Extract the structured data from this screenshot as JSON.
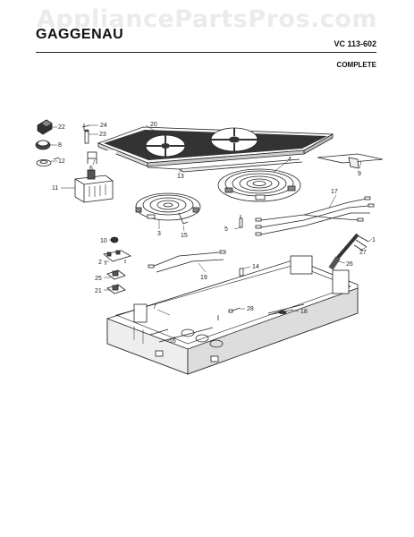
{
  "watermark": "AppliancePartsPros.com",
  "header": {
    "brand": "GAGGENAU",
    "model": "VC 113-602",
    "variant": "COMPLETE"
  },
  "callouts": {
    "c1": "1",
    "c2": "2",
    "c3": "3",
    "c4": "4",
    "c5": "5",
    "c6": "6",
    "c7": "7",
    "c8": "8",
    "c9": "9",
    "c10": "10",
    "c11": "11",
    "c12": "12",
    "c13": "13",
    "c14": "14",
    "c15": "15",
    "c16": "16",
    "c17": "17",
    "c18": "18",
    "c19": "19",
    "c20": "20",
    "c21": "21",
    "c22": "22",
    "c23": "23",
    "c24": "24",
    "c25": "25",
    "c26": "26",
    "c27": "27",
    "c28": "28"
  }
}
